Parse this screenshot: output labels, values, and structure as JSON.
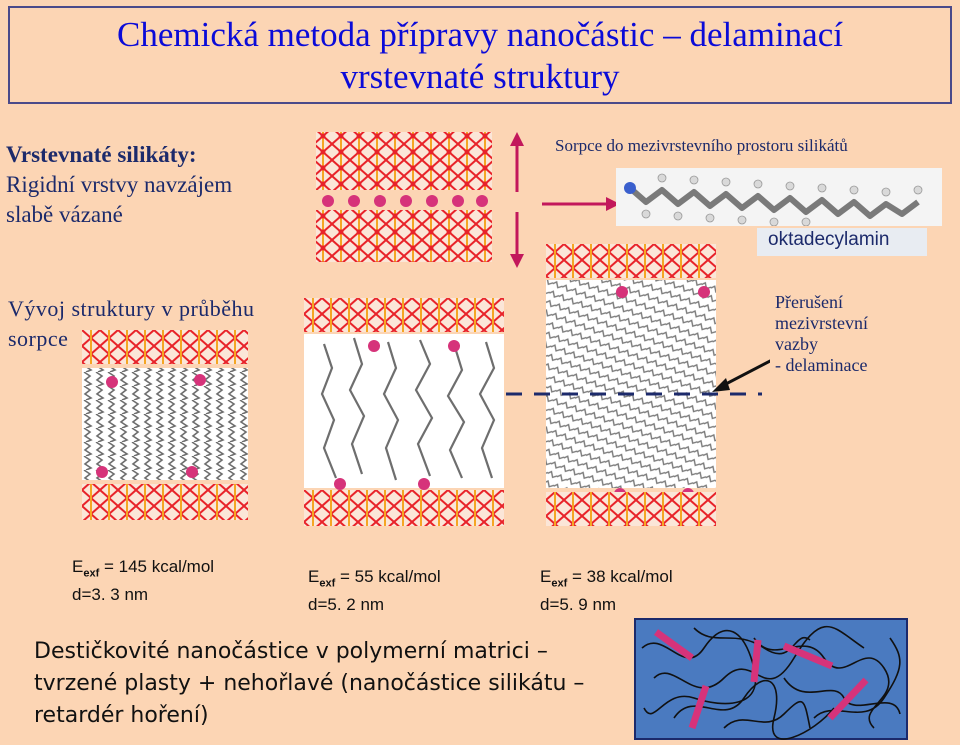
{
  "title": {
    "line1": "Chemická metoda přípravy nanočástic  –  delaminací",
    "line2": "vrstevnaté struktury"
  },
  "left_top": {
    "heading": "Vrstevnaté silikáty:",
    "line1": "Rigidní vrstvy navzájem",
    "line2": "slabě vázané"
  },
  "sorption": {
    "label": "Sorpce do mezivrstevního prostoru silikátů",
    "molecule": "oktadecylamin"
  },
  "evolution": {
    "line1": "Vývoj struktury v průběhu",
    "line2": "sorpce"
  },
  "interruption": {
    "line1": "Přerušení",
    "line2": "mezivrstevní",
    "line3": "vazby",
    "line4": "- delaminace"
  },
  "energies": [
    {
      "e": "E",
      "sub": "exf",
      "value": " = 145 kcal/mol",
      "d": "d=3. 3 nm"
    },
    {
      "e": "E",
      "sub": "exf",
      "value": " = 55 kcal/mol",
      "d": "d=5. 2 nm"
    },
    {
      "e": "E",
      "sub": "exf",
      "value": " = 38 kcal/mol",
      "d": "d=5. 9 nm"
    }
  ],
  "bottom": {
    "line1": "Destičkovité nanočástice v polymerní matrici –",
    "line2": "tvrzené plasty  + nehořlavé (nanočástice silikátu –",
    "line3": "retardér hoření)"
  },
  "colors": {
    "title": "#0b0bd8",
    "text": "#1c2a6b",
    "layer_red": "#e8232a",
    "layer_orange": "#f5a623",
    "ion": "#d6337a",
    "composite_bg": "#4a7ac0",
    "platelet": "#d6337a"
  }
}
